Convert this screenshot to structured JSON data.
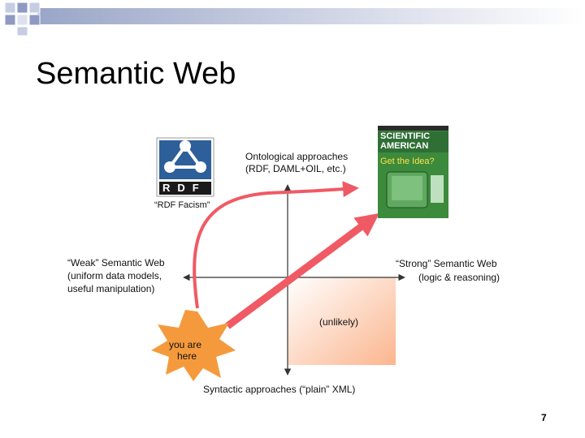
{
  "slide": {
    "title": "Semantic Web",
    "page_number": "7"
  },
  "diagram": {
    "top_label": [
      "Ontological approaches",
      "(RDF, DAML+OIL, etc.)"
    ],
    "bottom_label": "Syntactic approaches (“plain” XML)",
    "left_label": [
      "“Weak” Semantic Web",
      "(uniform data models,",
      "useful manipulation)"
    ],
    "right_label": [
      "“Strong” Semantic Web",
      "(logic & reasoning)"
    ],
    "region_label": "(unlikely)",
    "starburst_label": [
      "you are",
      "here"
    ],
    "rdf_logo": {
      "text": "RDF",
      "caption": "“RDF Facism”"
    },
    "magazine": {
      "masthead": [
        "SCIENTIFIC",
        "AMERICAN"
      ],
      "headline": "Get the Idea?"
    },
    "colors": {
      "arrow_red": "#f05a64",
      "starburst": "#f59a3c",
      "region_gradient_start": "#ffffff",
      "region_gradient_end": "#fbb58e",
      "title_bar_squares": "#9aa6c8",
      "magazine_cover": "#3c8a3c"
    }
  }
}
